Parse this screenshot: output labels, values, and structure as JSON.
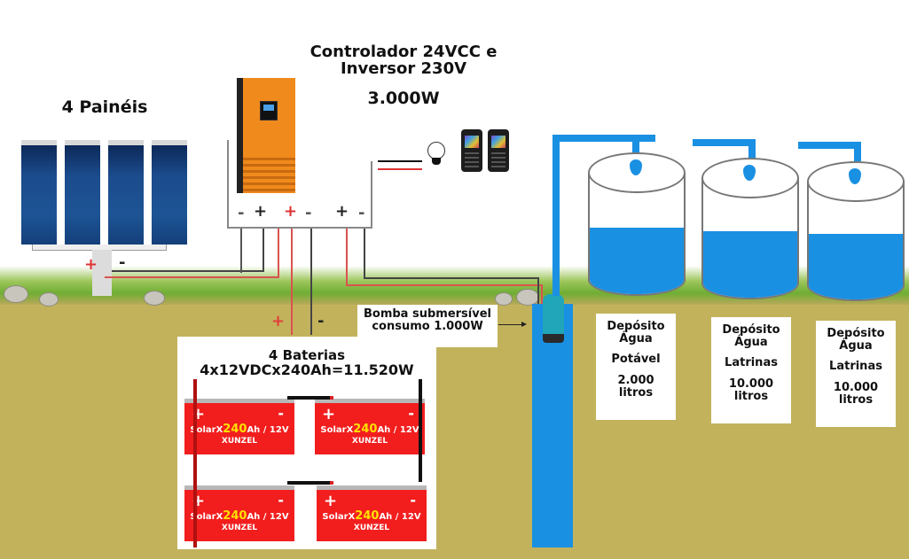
{
  "diagram": {
    "title": "Sistema solar off-grid com bombagem de água",
    "panels": {
      "label": "4 Painéis",
      "count": 4,
      "plus": "+",
      "minus": "-"
    },
    "controller": {
      "title_line1": "Controlador 24VCC e",
      "title_line2": "Inversor 230V",
      "power": "3.000W",
      "terminals": [
        "-",
        "+",
        "+",
        "-",
        "+",
        "-"
      ]
    },
    "loads": {
      "bulb_icon": "light-bulb-icon",
      "phone_icon": "mobile-phone-icon",
      "phone_count": 2
    },
    "battery_wires": {
      "plus": "+",
      "minus": "-"
    },
    "batteries": {
      "title": "4 Baterias",
      "spec": "4x12VDCx240Ah=11.520W",
      "units": [
        {
          "plus": "+",
          "minus": "-",
          "model_prefix": "SolarX",
          "capacity": "240",
          "model_suffix": "Ah / 12V",
          "brand": "XUNZEL"
        },
        {
          "plus": "+",
          "minus": "-",
          "model_prefix": "SolarX",
          "capacity": "240",
          "model_suffix": "Ah / 12V",
          "brand": "XUNZEL"
        },
        {
          "plus": "+",
          "minus": "-",
          "model_prefix": "SolarX",
          "capacity": "240",
          "model_suffix": "Ah / 12V",
          "brand": "XUNZEL"
        },
        {
          "plus": "+",
          "minus": "-",
          "model_prefix": "SolarX",
          "capacity": "240",
          "model_suffix": "Ah / 12V",
          "brand": "XUNZEL"
        }
      ]
    },
    "pump": {
      "line1": "Bomba submersível",
      "line2": "consumo  1.000W"
    },
    "tanks": [
      {
        "line1": "Depósito",
        "line2": "Água",
        "use": "Potável",
        "volume": "2.000",
        "unit": "litros",
        "fill_level": 0.55
      },
      {
        "line1": "Depósito",
        "line2": "Água",
        "use": "Latrinas",
        "volume": "10.000",
        "unit": "litros",
        "fill_level": 0.55
      },
      {
        "line1": "Depósito",
        "line2": "Água",
        "use": "Latrinas",
        "volume": "10.000",
        "unit": "litros",
        "fill_level": 0.55
      }
    ],
    "colors": {
      "water": "#1a90e3",
      "soil": "#c2b25c",
      "battery": "#f21e1e",
      "controller": "#f08a1c",
      "panel": "#1b4b8c",
      "wire_positive": "#d9534f",
      "wire_negative": "#333333"
    }
  }
}
